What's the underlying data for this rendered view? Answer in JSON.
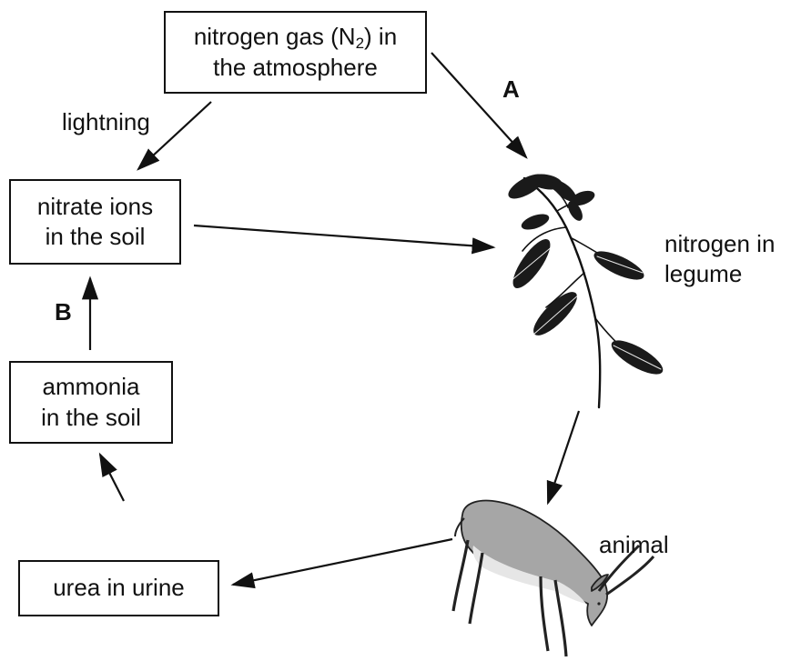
{
  "boxes": {
    "atmosphere": {
      "line1_pre": "nitrogen gas (N",
      "line1_sub": "2",
      "line1_post": ") in",
      "line2": "the atmosphere"
    },
    "nitrate": {
      "line1": "nitrate ions",
      "line2": "in the soil"
    },
    "ammonia": {
      "line1": "ammonia",
      "line2": "in the soil"
    },
    "urea": {
      "line1": "urea in urine"
    }
  },
  "labels": {
    "lightning": "lightning",
    "a": "A",
    "b": "B",
    "legume_line1": "nitrogen in",
    "legume_line2": "legume",
    "animal": "animal"
  },
  "icons": [
    "legume-plant-icon",
    "grazing-antelope-icon"
  ]
}
